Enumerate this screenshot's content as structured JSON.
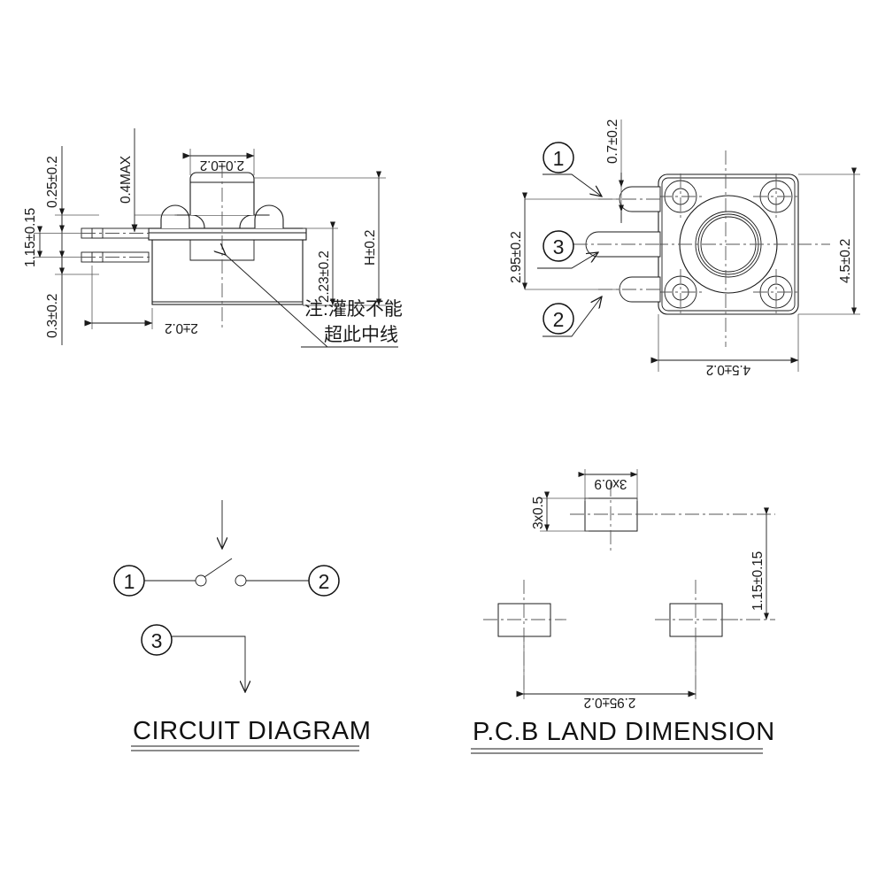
{
  "drawing": {
    "title": "Tact Switch Dimensional Drawing",
    "line_color": "#1a1a1a",
    "center_line_color": "#555555",
    "background": "#ffffff"
  },
  "side_view": {
    "name": "side-elevation-view",
    "dimensions": {
      "stem_width": "2.0±0.2",
      "cap_clearance": "0.4MAX",
      "pin_upper_offset": "0.25±0.2",
      "pin_pitch": "1.15±0.15",
      "pin_lower_offset": "0.3±0.2",
      "body_depth": "2±0.2",
      "body_height": "2.23±0.2",
      "total_height": "H±0.2"
    },
    "note_line1": "注:灌胶不能",
    "note_line2": "超此中线"
  },
  "plan_view": {
    "name": "bottom-plan-view",
    "dimensions": {
      "pin_width": "0.7±0.2",
      "pin_span": "2.95±0.2",
      "body_height": "4.5±0.2",
      "body_width": "4.5±0.2"
    },
    "callouts": [
      {
        "id": "1",
        "label": "1"
      },
      {
        "id": "3",
        "label": "3"
      },
      {
        "id": "2",
        "label": "2"
      }
    ]
  },
  "circuit_diagram": {
    "name": "circuit-diagram-view",
    "title": "CIRCUIT DIAGRAM",
    "terminals": [
      {
        "id": "1",
        "label": "1"
      },
      {
        "id": "2",
        "label": "2"
      },
      {
        "id": "3",
        "label": "3"
      }
    ]
  },
  "pcb_land": {
    "name": "pcb-land-dimension-view",
    "title": "P.C.B LAND DIMENSION",
    "dimensions": {
      "pad_width": "3x0.9",
      "pad_height": "3x0.5",
      "vertical_pitch": "1.15±0.15",
      "horizontal_pitch": "2.95±0.2"
    },
    "pad_count": 3
  }
}
